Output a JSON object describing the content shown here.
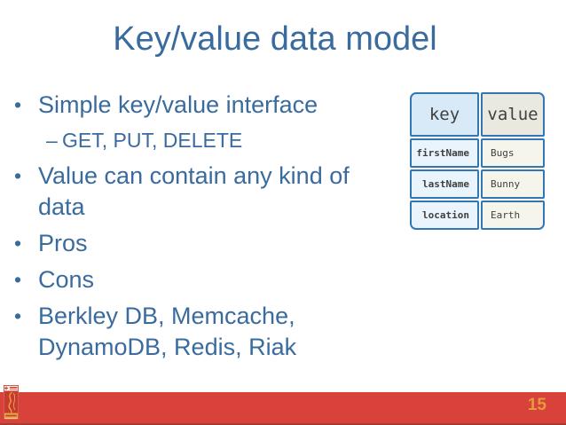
{
  "slide": {
    "title": "Key/value data model",
    "page_number": "15"
  },
  "markers": {
    "bullet": "•",
    "dash": "–"
  },
  "bullets": [
    {
      "level": 1,
      "text": "Simple key/value interface"
    },
    {
      "level": 2,
      "text": "GET, PUT, DELETE"
    },
    {
      "level": 1,
      "text": "Value can contain any kind of data"
    },
    {
      "level": 1,
      "text": "Pros"
    },
    {
      "level": 1,
      "text": "Cons"
    },
    {
      "level": 1,
      "text": "Berkley DB, Memcache, DynamoDB, Redis, Riak"
    }
  ],
  "kv_table": {
    "headers": {
      "key": "key",
      "value": "value"
    },
    "rows": [
      {
        "key": "firstName",
        "value": "Bugs"
      },
      {
        "key": "lastName",
        "value": "Bunny"
      },
      {
        "key": "location",
        "value": "Earth"
      }
    ]
  },
  "colors": {
    "text_blue": "#3a6b9e",
    "table_border_blue": "#3177b3",
    "key_header_bg": "#d8eaf8",
    "value_header_bg": "#e9e9df",
    "key_cell_bg": "#e9f4fd",
    "value_cell_bg": "#f5f5ec",
    "footer_bar_red": "#d9423a",
    "page_number_orange": "#e79a3b"
  }
}
